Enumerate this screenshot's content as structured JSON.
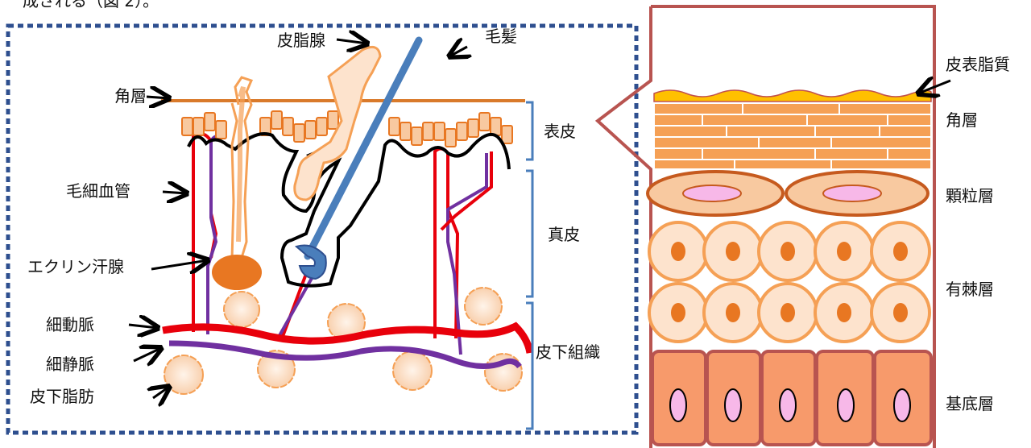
{
  "top_text": "成される（図 2）。",
  "left_diagram": {
    "labels": {
      "sebaceous_gland": "皮脂腺",
      "hair": "毛髪",
      "horny_layer": "角層",
      "epidermis": "表皮",
      "capillary": "毛細血管",
      "dermis": "真皮",
      "eccrine_gland": "エクリン汗腺",
      "arteriole": "細動脈",
      "venule": "細静脈",
      "subcutaneous_tissue": "皮下組織",
      "subcutaneous_fat": "皮下脂肪"
    }
  },
  "right_diagram": {
    "labels": {
      "skin_surface_lipid": "皮表脂質",
      "stratum_corneum": "角層",
      "stratum_granulosum": "顆粒層",
      "stratum_spinosum": "有棘層",
      "stratum_basale": "基底層"
    }
  },
  "colors": {
    "frame_dotted": "#2e4f8f",
    "right_frame": "#b85450",
    "horny_line": "#d97a2b",
    "orange_light": "#f8c9a0",
    "orange_mid": "#f5a055",
    "orange_dark": "#e87722",
    "artery": "#e8000b",
    "vein": "#7030a0",
    "hair": "#4a7ebb",
    "bracket": "#4a7ebb",
    "lipid": "#ffc000",
    "granular_nucleus": "#f7b8e8",
    "basal_cell": "#f79a6b"
  }
}
